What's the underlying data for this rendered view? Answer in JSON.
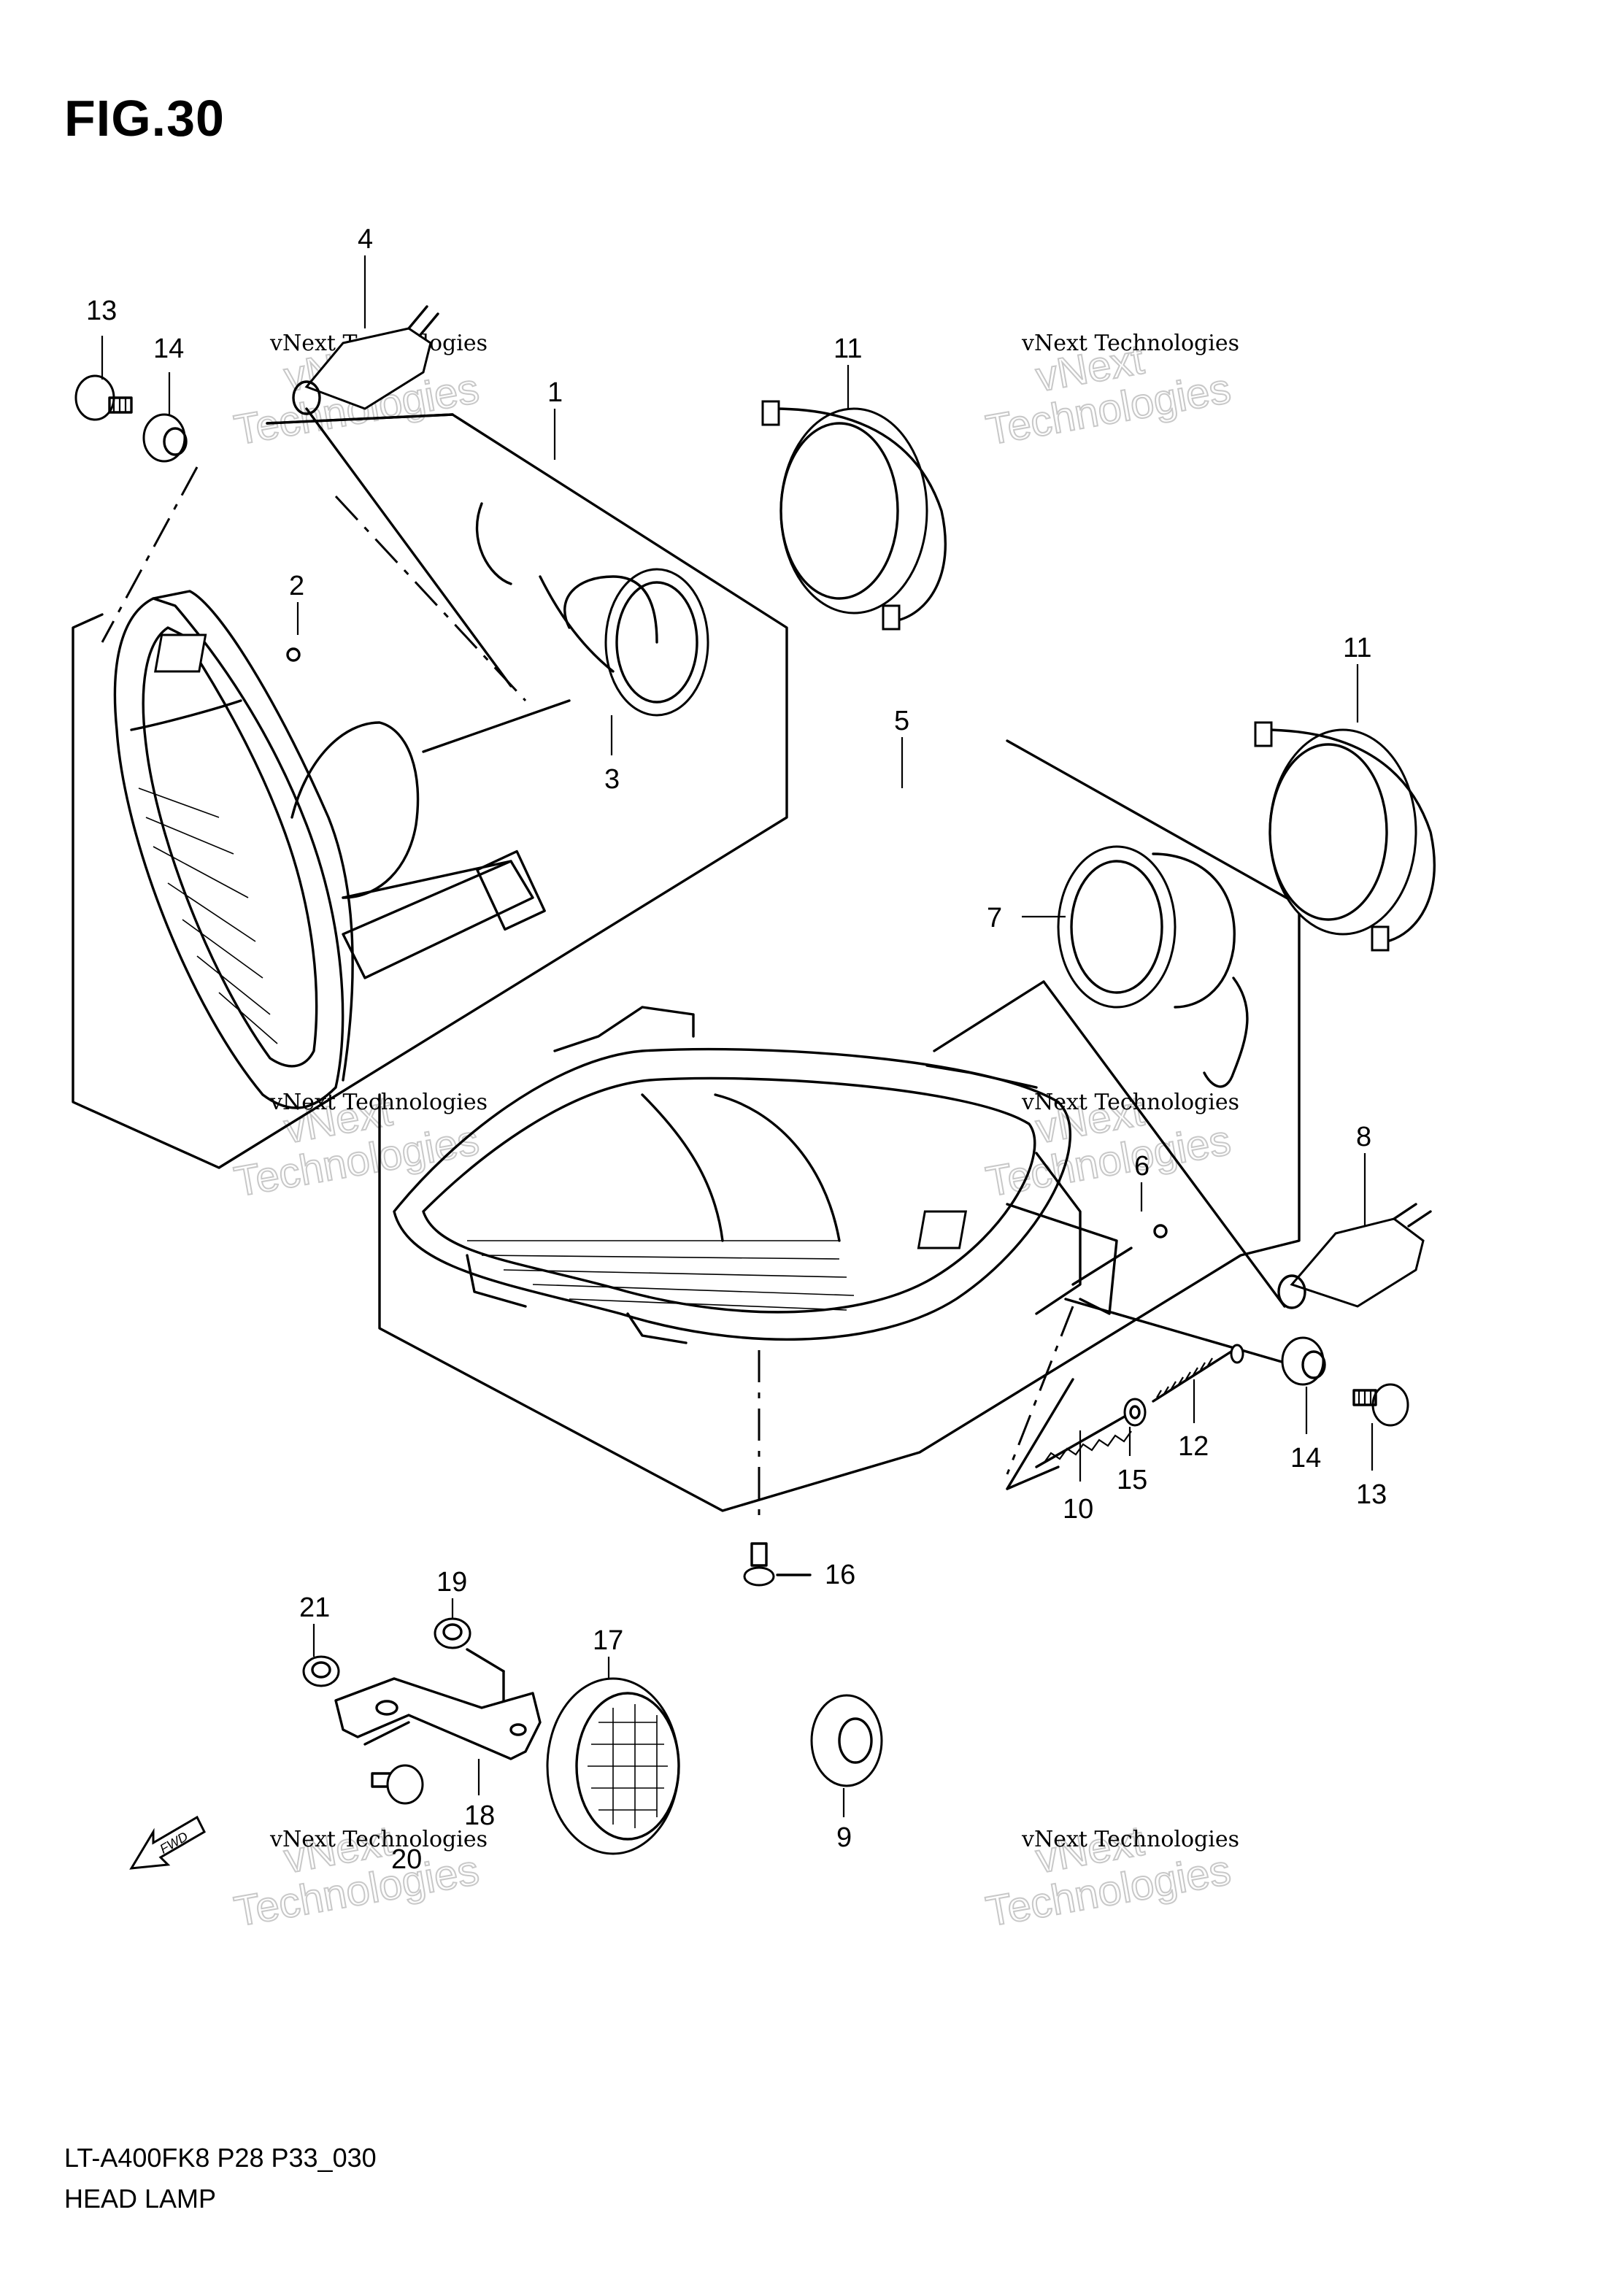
{
  "figure": {
    "title": "FIG.30"
  },
  "footer": {
    "model": "LT-A400FK8 P28 P33_030",
    "name": "HEAD LAMP"
  },
  "watermark": {
    "line1": "vNext",
    "line2": "Technologies",
    "small": "vNext Technologies"
  },
  "fwd_label": "FWD",
  "callouts": {
    "c1": "1",
    "c2": "2",
    "c3": "3",
    "c4": "4",
    "c5": "5",
    "c6": "6",
    "c7": "7",
    "c8": "8",
    "c9": "9",
    "c10": "10",
    "c11a": "11",
    "c11b": "11",
    "c12": "12",
    "c13a": "13",
    "c13b": "13",
    "c14a": "14",
    "c14b": "14",
    "c15": "15",
    "c16": "16",
    "c17": "17",
    "c18": "18",
    "c19": "19",
    "c20": "20",
    "c21": "21"
  }
}
